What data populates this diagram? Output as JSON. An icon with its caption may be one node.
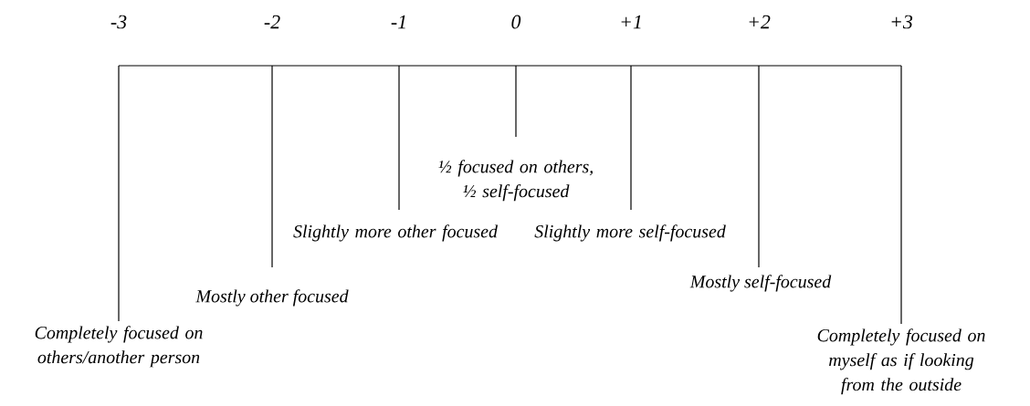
{
  "diagram": {
    "nodes": [
      {
        "text": [
          "Completely focused on others/another person"
        ]
      },
      {
        "text": [
          "Mostly other focused"
        ]
      },
      {
        "text": [
          "Slightly more other focused"
        ]
      },
      {
        "text": [
          "½ focused on others, ½ self-focused"
        ]
      },
      {
        "text": [
          "Slightly more self-focused"
        ]
      },
      {
        "text": [
          "Mostly self-focused"
        ]
      },
      {
        "text": [
          "Completely focused on myself as if looking from the outside"
        ]
      }
    ],
    "edges": [
      {
        "from": 0,
        "to": null,
        "arrow": "none"
      },
      {
        "from": 1,
        "to": null,
        "arrow": "none"
      },
      {
        "from": 2,
        "to": null,
        "arrow": "none"
      },
      {
        "from": 3,
        "to": null,
        "arrow": "none"
      },
      {
        "from": 4,
        "to": null,
        "arrow": "none"
      },
      {
        "from": 5,
        "to": null,
        "arrow": "none"
      },
      {
        "from": 6,
        "to": null,
        "arrow": "none"
      }
    ],
    "labels": [
      "-3",
      "-2",
      "-1",
      "0",
      "+1",
      "+2",
      "+3"
    ]
  }
}
